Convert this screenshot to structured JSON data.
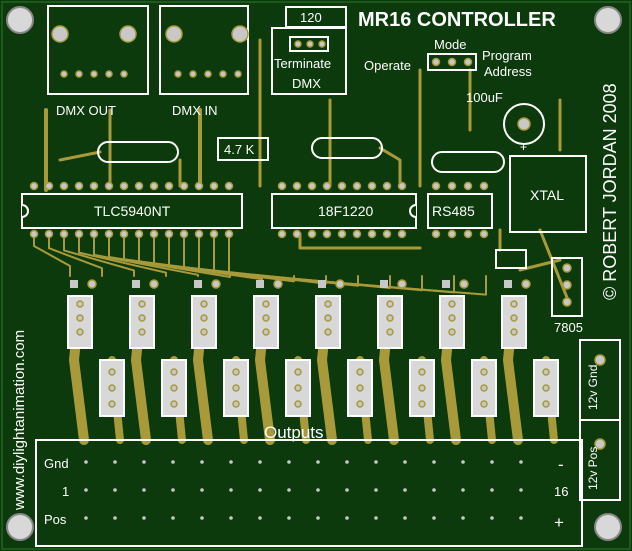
{
  "board": {
    "title": "MR16 CONTROLLER",
    "side_text": "© ROBERT JORDAN 2008",
    "website": "www.diylightanimation.com",
    "colors": {
      "board": "#0d3a0d",
      "trace": "#a89a3a",
      "pad": "#c8c8c8",
      "silk": "#ffffff",
      "copper_light": "#bfae4a"
    }
  },
  "labels": {
    "dmx_out": "DMX OUT",
    "dmx_in": "DMX  IN",
    "r120": "120",
    "terminate": "Terminate",
    "dmx": "DMX",
    "mode": "Mode",
    "operate": "Operate",
    "program": "Program",
    "address": "Address",
    "cap": "100uF",
    "plus": "+",
    "r47k": "4.7 K",
    "ic1": "TLC5940NT",
    "ic2": "18F1220",
    "ic3": "RS485",
    "xtal": "XTAL",
    "reg": "7805",
    "gnd12": "12v Gnd",
    "pos12": "12v Pos",
    "outputs": "Outputs",
    "gnd": "Gnd",
    "one": "1",
    "pos": "Pos",
    "sixteen": "16",
    "minus": "-",
    "plus2": "+"
  }
}
